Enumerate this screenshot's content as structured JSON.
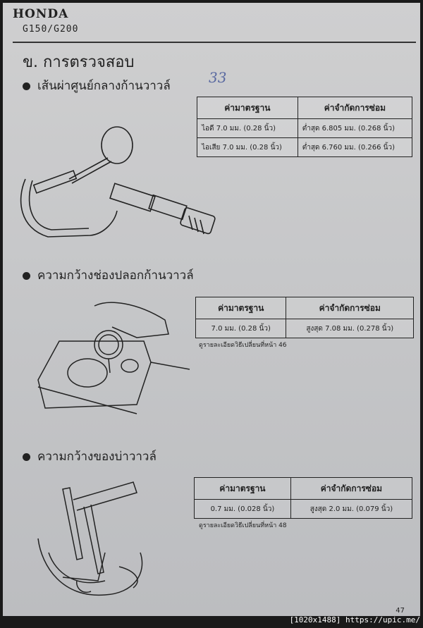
{
  "header": {
    "brand": "HONDA",
    "model": "G150/G200"
  },
  "section": {
    "title": "ข. การตรวจสอบ",
    "handwritten": "33"
  },
  "items": [
    {
      "title": "เส้นผ่าศูนย์กลางก้านวาวล์",
      "col_standard": "ค่ามาตรฐาน",
      "col_limit": "ค่าจำกัดการซ่อม",
      "rows": [
        {
          "standard": "ไอดี    7.0 มม. (0.28 นิ้ว)",
          "limit": "ต่ำสุด 6.805 มม. (0.268 นิ้ว)"
        },
        {
          "standard": "ไอเสีย 7.0 มม. (0.28 นิ้ว)",
          "limit": "ต่ำสุด 6.760 มม. (0.266 นิ้ว)"
        }
      ]
    },
    {
      "title": "ความกว้างช่องปลอกก้านวาวล์",
      "col_standard": "ค่ามาตรฐาน",
      "col_limit": "ค่าจำกัดการซ่อม",
      "rows": [
        {
          "standard": "7.0 มม. (0.28 นิ้ว)",
          "limit": "สูงสุด 7.08 มม. (0.278 นิ้ว)"
        }
      ],
      "note": "ดูรายละเอียดวิธีเปลี่ยนที่หน้า 46"
    },
    {
      "title": "ความกว้างของบ่าวาวล์",
      "col_standard": "ค่ามาตรฐาน",
      "col_limit": "ค่าจำกัดการซ่อม",
      "rows": [
        {
          "standard": "0.7 มม. (0.028 นิ้ว)",
          "limit": "สูงสุด 2.0 มม. (0.079 นิ้ว)"
        }
      ],
      "note": "ดูรายละเอียดวิธีเปลี่ยนที่หน้า 48"
    }
  ],
  "illustrations": [
    "micrometer-valve-illustration",
    "dial-gauge-illustration",
    "caliper-illustration"
  ],
  "page_number": "47",
  "watermark": "[1020x1488] https://upic.me/"
}
